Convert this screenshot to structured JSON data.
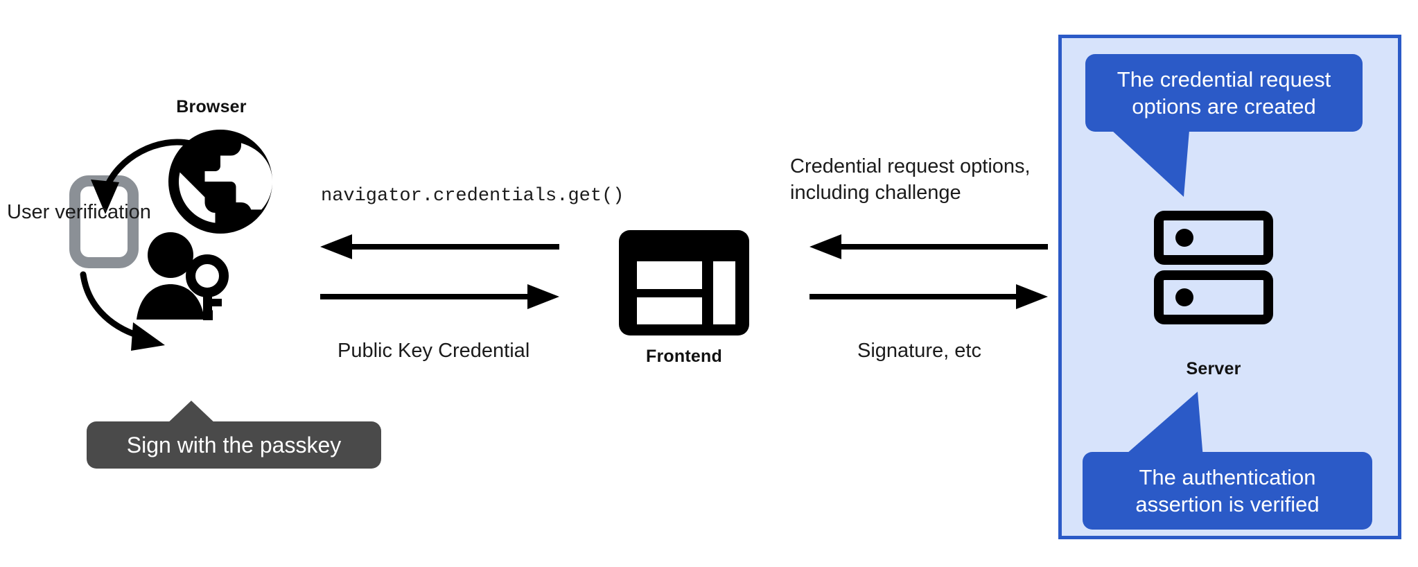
{
  "diagram": {
    "title": "WebAuthn passkey authentication flow",
    "colors": {
      "panel_fill": "#d7e3fb",
      "panel_border": "#2b5ac7",
      "bubble_blue": "#2b5ac7",
      "bubble_dark": "#4a4a4a",
      "ink": "#111111",
      "phone_gray": "#8b9096"
    }
  },
  "client": {
    "browser_label": "Browser",
    "user_verification_label": "User verification",
    "passkey_callout": "Sign with the passkey"
  },
  "frontend": {
    "label": "Frontend"
  },
  "server": {
    "label": "Server",
    "callout_top": {
      "line1": "The credential request",
      "line2": "options are created"
    },
    "callout_bottom": {
      "line1": "The authentication",
      "line2": "assertion is verified"
    }
  },
  "flows": {
    "browser_to_frontend_request": "navigator.credentials.get()",
    "browser_to_frontend_response": "Public Key Credential",
    "frontend_to_server_request_line1": "Credential request options,",
    "frontend_to_server_request_line2": "including challenge",
    "frontend_to_server_response": "Signature, etc"
  }
}
